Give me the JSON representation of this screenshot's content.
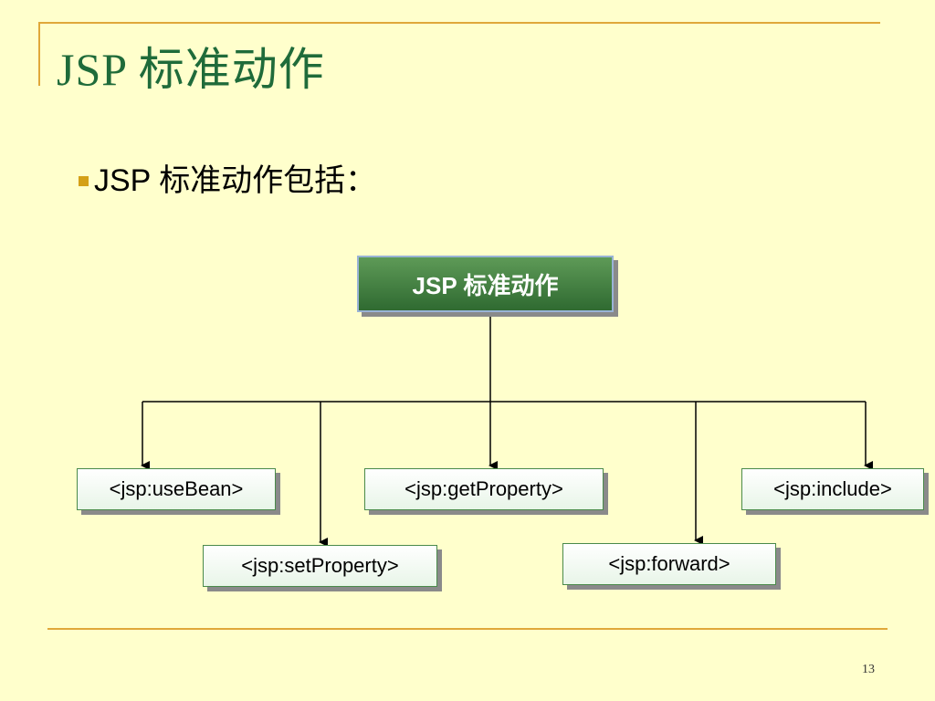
{
  "slide": {
    "title": "JSP 标准动作",
    "bullet": "JSP 标准动作包括：",
    "page_number": "13"
  },
  "diagram": {
    "root": {
      "label": "JSP 标准动作"
    },
    "children": [
      {
        "label": "<jsp:useBean>"
      },
      {
        "label": "<jsp:setProperty>"
      },
      {
        "label": "<jsp:getProperty>"
      },
      {
        "label": "<jsp:forward>"
      },
      {
        "label": "<jsp:include>"
      }
    ]
  },
  "colors": {
    "background": "#ffffcc",
    "title": "#1f6b3a",
    "rule": "#e0a83a",
    "bullet": "#d4a017",
    "root_fill": "#3f7d3f"
  }
}
